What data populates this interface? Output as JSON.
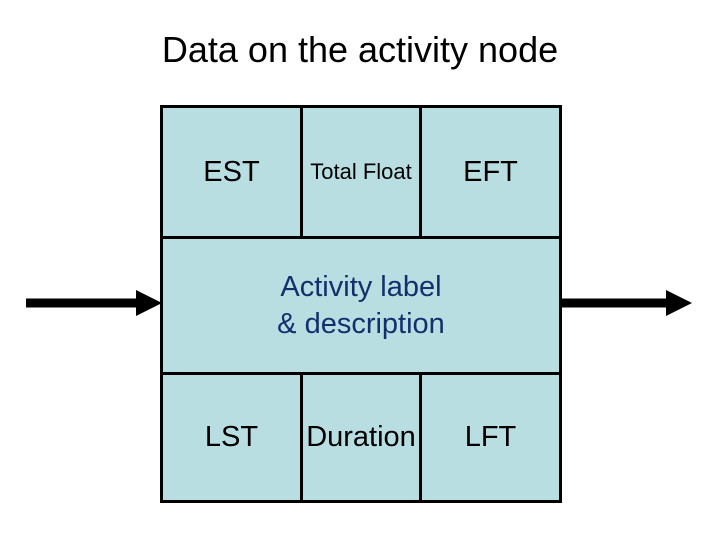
{
  "slide": {
    "title": "Data on the activity node",
    "title_color": "#000000",
    "background": "#ffffff"
  },
  "node": {
    "fill_color": "#b8dee2",
    "border_color": "#000000",
    "rows": {
      "top": {
        "left": "EST",
        "middle": "Total Float",
        "right": "EFT"
      },
      "middle": {
        "text": "Activity label\n& description",
        "text_color": "#13306d"
      },
      "bottom": {
        "left": "LST",
        "middle": "Duration",
        "right": "LFT"
      }
    }
  },
  "arrows": {
    "incoming": "arrow-right-icon",
    "outgoing": "arrow-right-icon",
    "color": "#000000"
  }
}
